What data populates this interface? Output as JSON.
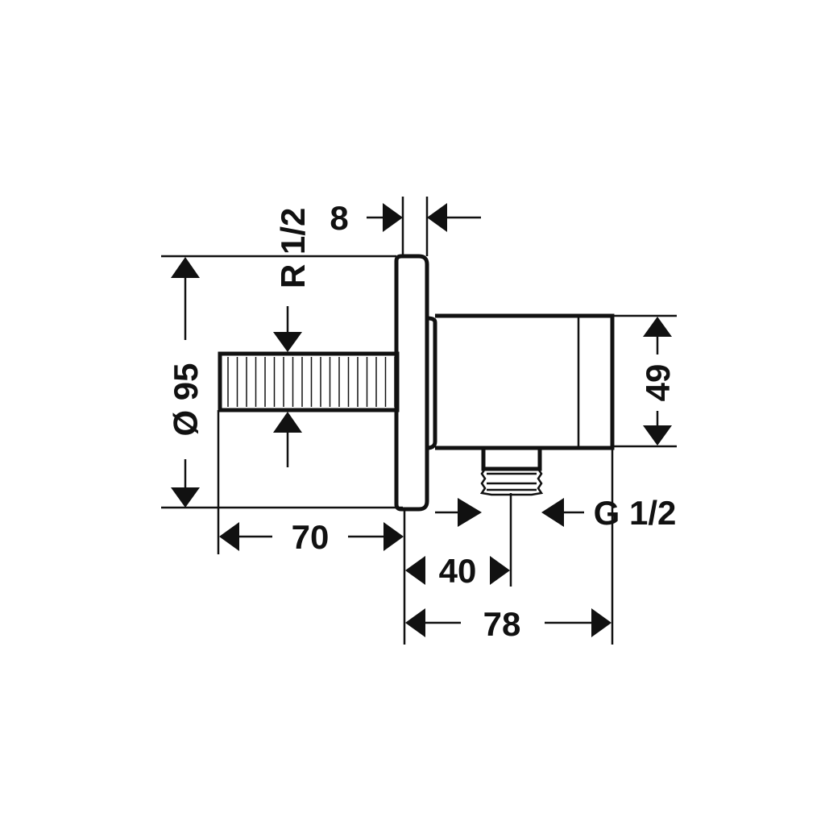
{
  "drawing": {
    "labels": {
      "wall_thread": "R 1/2",
      "flange_depth": "8",
      "flange_diameter": "Ø 95",
      "body_height": "49",
      "outlet_thread": "G 1/2",
      "stem_length": "70",
      "outlet_offset": "40",
      "total_depth": "78"
    },
    "colors": {
      "line": "#111111",
      "background": "#ffffff"
    }
  }
}
